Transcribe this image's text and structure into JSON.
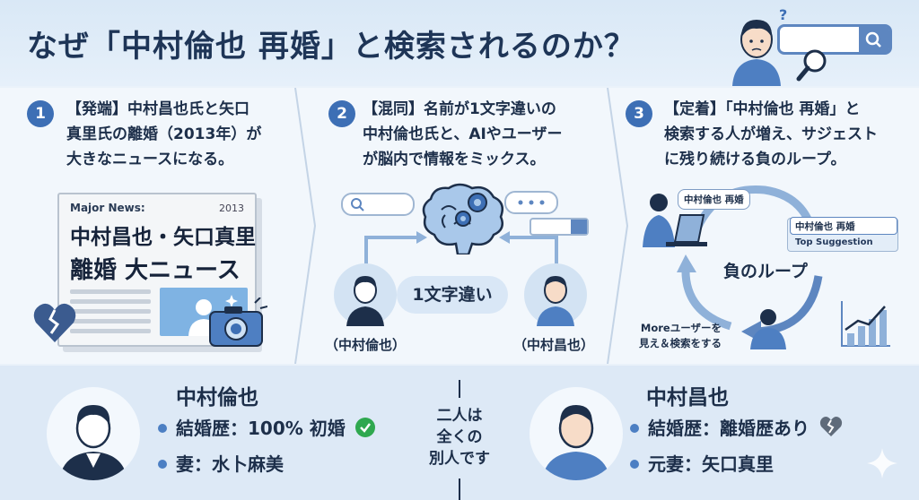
{
  "header": {
    "title": "なぜ「中村倫也 再婚」と検索されるのか？",
    "question_mark": "?"
  },
  "steps": [
    {
      "num": "1",
      "text": "【発端】中村昌也氏と矢口\n真里氏の離婚（2013年）が\n大きなニュースになる。"
    },
    {
      "num": "2",
      "text": "【混同】名前が1文字違いの\n中村倫也氏と、AIやユーザー\nが脳内で情報をミックス。"
    },
    {
      "num": "3",
      "text": "【定着】「中村倫也 再婚」と\n検索する人が増え、サジェスト\nに残り続ける負のループ。"
    }
  ],
  "newspaper": {
    "label": "Major News:",
    "year": "2013",
    "headline1": "中村昌也・矢口真里",
    "headline2": "離婚 大ニュース"
  },
  "mix": {
    "pill": "1文字違い",
    "left_label": "（中村倫也）",
    "right_label": "（中村昌也）"
  },
  "loop": {
    "chip": "中村倫也 再婚",
    "suggest_query": "中村倫也 再婚",
    "suggest_label": "Top Suggestion",
    "center": "負のループ",
    "more": "Moreユーザーを\n見え＆検索をする"
  },
  "bottom": {
    "left": {
      "name": "中村倫也",
      "items": [
        "結婚歴：100% 初婚",
        "妻：水卜麻美"
      ]
    },
    "center": "二人は\n全くの\n別人です",
    "right": {
      "name": "中村昌也",
      "items": [
        "結婚歴：離婚歴あり",
        "元妻：矢口真里"
      ]
    }
  },
  "colors": {
    "accent": "#3d6fb5",
    "title": "#1e3557",
    "check": "#2fa84f",
    "broken_heart": "#3b5b8f"
  }
}
